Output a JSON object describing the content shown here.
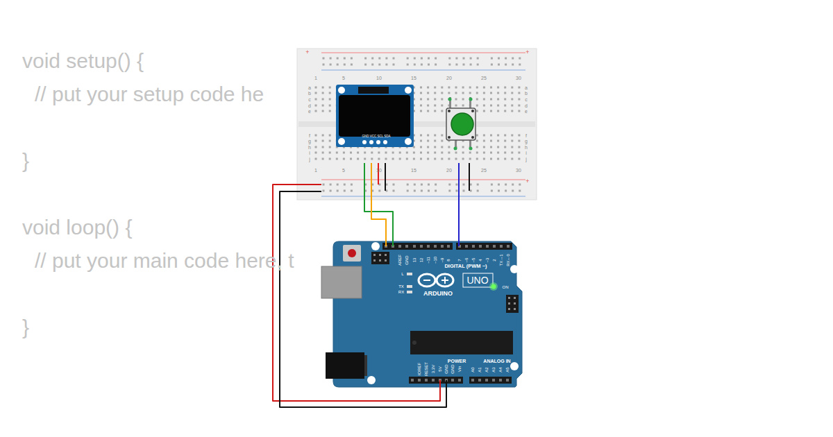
{
  "diagram": {
    "labels": [
      "void setup() {",
      "// put your setup code he",
      "}",
      "void loop() {",
      "// put your main code here, t",
      "}",
      "+",
      "+",
      "+",
      "1",
      "5",
      "10",
      "15",
      "20",
      "25",
      "30",
      "a",
      "b",
      "c",
      "d",
      "e",
      "a",
      "b",
      "c",
      "d",
      "e",
      "f",
      "g",
      "h",
      "i",
      "j",
      "f",
      "g",
      "h",
      "i",
      "j",
      "1",
      "5",
      "10",
      "15",
      "20",
      "25",
      "30",
      "GND VCC SCL SDA",
      "AREF",
      "GND",
      "13",
      "12",
      "~11",
      "~10",
      "~9",
      "8",
      "7",
      "~6",
      "~5",
      "4",
      "~3",
      "2",
      "TX→1",
      "RX←0",
      "DIGITAL (PWM ~)",
      "L",
      "TX",
      "RX",
      "UNO",
      "ARDUINO",
      "ON",
      "IOREF",
      "RESET",
      "3.3V",
      "5V",
      "GND",
      "GND",
      "Vin",
      "POWER",
      "ANALOG IN",
      "A0",
      "A1",
      "A2",
      "A3",
      "A4",
      "A5"
    ]
  }
}
